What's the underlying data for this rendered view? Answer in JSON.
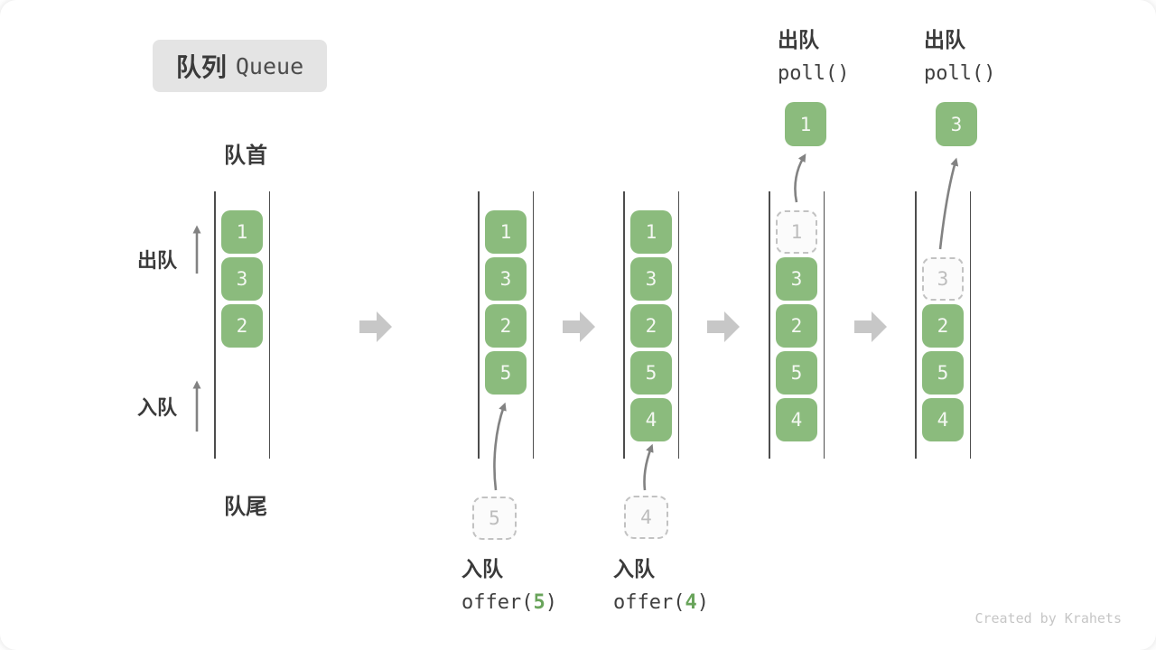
{
  "title": {
    "zh": "队列",
    "en": "Queue"
  },
  "labels": {
    "front": "队首",
    "rear": "队尾",
    "dequeue": "出队",
    "enqueue": "入队"
  },
  "queues": {
    "q1": {
      "slots": [
        "1",
        "3",
        "2"
      ]
    },
    "q2": {
      "slots": [
        "1",
        "3",
        "2",
        "5"
      ],
      "pending": "5"
    },
    "q3": {
      "slots": [
        "1",
        "3",
        "2",
        "5",
        "4"
      ],
      "pending": "4"
    },
    "q4": {
      "removed": "1",
      "slots": [
        "3",
        "2",
        "5",
        "4"
      ],
      "result": "1"
    },
    "q5": {
      "removed": "3",
      "slots": [
        "2",
        "5",
        "4"
      ],
      "result": "3"
    }
  },
  "ops": {
    "enq1": {
      "zh": "入队",
      "fn": "offer(",
      "arg": "5",
      "close": ")"
    },
    "enq2": {
      "zh": "入队",
      "fn": "offer(",
      "arg": "4",
      "close": ")"
    },
    "deq1": {
      "zh": "出队",
      "code": "poll()"
    },
    "deq2": {
      "zh": "出队",
      "code": "poll()"
    }
  },
  "footer": {
    "credit": "Created by Krahets"
  },
  "colors": {
    "box_green": "#8bbb7d",
    "code_arg_green": "#69a45b",
    "badge_bg": "#e4e4e4",
    "step_arrow_gray": "#c7c7c7",
    "thin_arrow_gray": "#828282",
    "ghost_border_gray": "#c2c2c2",
    "wall_gray": "#4d4d4d",
    "credit_gray": "#c6c6c6"
  }
}
